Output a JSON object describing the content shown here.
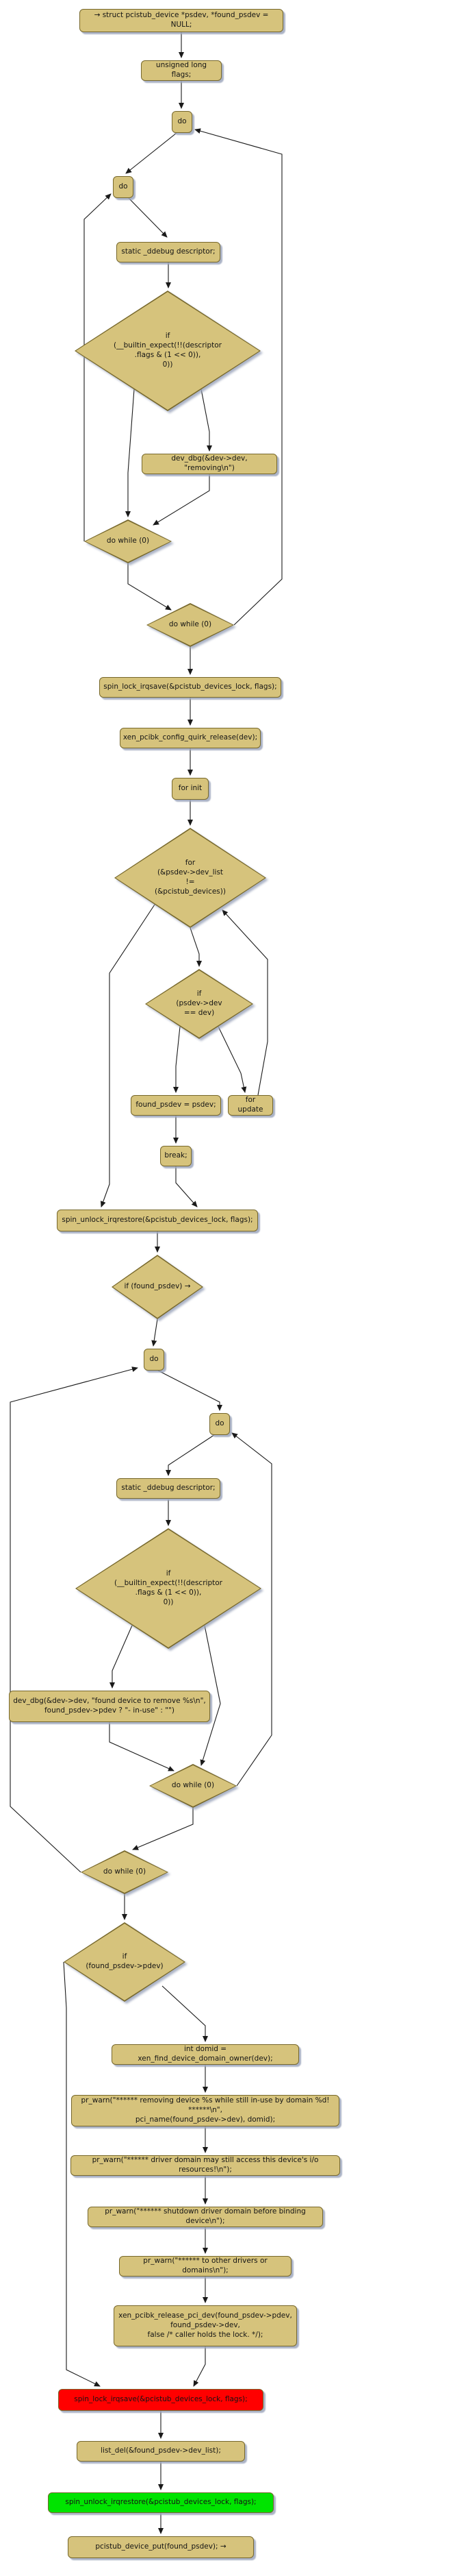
{
  "diagram": {
    "colors": {
      "node_fill": "#d6c37c",
      "node_border": "#77682c",
      "shadow": "#9ca6bc",
      "highlight_red": "#ff0000",
      "highlight_green": "#00e400",
      "edge": "#1a1a1a",
      "background": "#ffffff"
    },
    "nodes": [
      {
        "id": "declare-psdev",
        "shape": "box",
        "label": "→ struct pcistub_device *psdev, *found_psdev = NULL;"
      },
      {
        "id": "declare-flags",
        "shape": "box",
        "label": "unsigned long flags;"
      },
      {
        "id": "do-outer-1",
        "shape": "box",
        "label": "do"
      },
      {
        "id": "do-inner-1",
        "shape": "box",
        "label": "do"
      },
      {
        "id": "ddebug-descriptor-1",
        "shape": "box",
        "label": "static _ddebug descriptor;"
      },
      {
        "id": "if-builtin-expect-1",
        "shape": "diamond",
        "label": "if\n(__builtin_expect(!!(descriptor\n.flags & (1 << 0)),\n0))"
      },
      {
        "id": "devdbg-removing",
        "shape": "box",
        "label": "dev_dbg(&dev->dev, \"removing\\n\")"
      },
      {
        "id": "dowhile-inner-1",
        "shape": "diamond",
        "label": "do while (0)"
      },
      {
        "id": "dowhile-outer-1",
        "shape": "diamond",
        "label": "do while (0)"
      },
      {
        "id": "spin-lock-1",
        "shape": "box",
        "label": "spin_lock_irqsave(&pcistub_devices_lock, flags);"
      },
      {
        "id": "quirk-release",
        "shape": "box",
        "label": "xen_pcibk_config_quirk_release(dev);"
      },
      {
        "id": "for-init",
        "shape": "box",
        "label": "for init"
      },
      {
        "id": "for-cond",
        "shape": "diamond",
        "label": "for\n(&psdev->dev_list\n!=\n(&pcistub_devices))"
      },
      {
        "id": "if-psdev-dev",
        "shape": "diamond",
        "label": "if\n(psdev->dev\n== dev)"
      },
      {
        "id": "assign-found-psdev",
        "shape": "box",
        "label": "found_psdev = psdev;"
      },
      {
        "id": "for-update",
        "shape": "box",
        "label": "for update"
      },
      {
        "id": "break",
        "shape": "box",
        "label": "break;"
      },
      {
        "id": "spin-unlock-1",
        "shape": "box",
        "label": "spin_unlock_irqrestore(&pcistub_devices_lock, flags);"
      },
      {
        "id": "if-found-psdev",
        "shape": "diamond",
        "label": "if (found_psdev) →"
      },
      {
        "id": "do-outer-2",
        "shape": "box",
        "label": "do"
      },
      {
        "id": "do-inner-2",
        "shape": "box",
        "label": "do"
      },
      {
        "id": "ddebug-descriptor-2",
        "shape": "box",
        "label": "static _ddebug descriptor;"
      },
      {
        "id": "if-builtin-expect-2",
        "shape": "diamond",
        "label": "if\n(__builtin_expect(!!(descriptor\n.flags & (1 << 0)),\n0))"
      },
      {
        "id": "devdbg-found-device",
        "shape": "box",
        "label": "dev_dbg(&dev->dev, \"found device to remove %s\\n\",\nfound_psdev->pdev ? \"- in-use\" : \"\")"
      },
      {
        "id": "dowhile-inner-2",
        "shape": "diamond",
        "label": "do while (0)"
      },
      {
        "id": "dowhile-outer-2",
        "shape": "diamond",
        "label": "do while (0)"
      },
      {
        "id": "if-found-pdev",
        "shape": "diamond",
        "label": "if\n(found_psdev->pdev)"
      },
      {
        "id": "find-domain-owner",
        "shape": "box",
        "label": "int domid = xen_find_device_domain_owner(dev);"
      },
      {
        "id": "prwarn-removing",
        "shape": "box",
        "label": "pr_warn(\"****** removing device %s while still in-use by domain %d! ******\\n\",\npci_name(found_psdev->dev), domid);"
      },
      {
        "id": "prwarn-io-resources",
        "shape": "box",
        "label": "pr_warn(\"****** driver domain may still access this device's i/o resources!\\n\");"
      },
      {
        "id": "prwarn-shutdown",
        "shape": "box",
        "label": "pr_warn(\"****** shutdown driver domain before binding device\\n\");"
      },
      {
        "id": "prwarn-other-domains",
        "shape": "box",
        "label": "pr_warn(\"****** to other drivers or domains\\n\");"
      },
      {
        "id": "release-pci-dev",
        "shape": "box",
        "label": "xen_pcibk_release_pci_dev(found_psdev->pdev,\nfound_psdev->dev,\nfalse /* caller holds the lock. */);"
      },
      {
        "id": "spin-lock-2",
        "shape": "box",
        "label": "spin_lock_irqsave(&pcistub_devices_lock, flags);",
        "highlight": "red"
      },
      {
        "id": "list-del",
        "shape": "box",
        "label": "list_del(&found_psdev->dev_list);"
      },
      {
        "id": "spin-unlock-2",
        "shape": "box",
        "label": "spin_unlock_irqrestore(&pcistub_devices_lock, flags);",
        "highlight": "green"
      },
      {
        "id": "device-put",
        "shape": "box",
        "label": "pcistub_device_put(found_psdev); →"
      }
    ],
    "edges": [
      {
        "from": "declare-psdev",
        "to": "declare-flags"
      },
      {
        "from": "declare-flags",
        "to": "do-outer-1"
      },
      {
        "from": "do-outer-1",
        "to": "do-inner-1"
      },
      {
        "from": "do-inner-1",
        "to": "ddebug-descriptor-1"
      },
      {
        "from": "ddebug-descriptor-1",
        "to": "if-builtin-expect-1"
      },
      {
        "from": "if-builtin-expect-1",
        "to": "devdbg-removing"
      },
      {
        "from": "if-builtin-expect-1",
        "to": "dowhile-inner-1"
      },
      {
        "from": "devdbg-removing",
        "to": "dowhile-inner-1"
      },
      {
        "from": "dowhile-inner-1",
        "to": "do-inner-1"
      },
      {
        "from": "dowhile-inner-1",
        "to": "dowhile-outer-1"
      },
      {
        "from": "dowhile-outer-1",
        "to": "do-outer-1"
      },
      {
        "from": "dowhile-outer-1",
        "to": "spin-lock-1"
      },
      {
        "from": "spin-lock-1",
        "to": "quirk-release"
      },
      {
        "from": "quirk-release",
        "to": "for-init"
      },
      {
        "from": "for-init",
        "to": "for-cond"
      },
      {
        "from": "for-cond",
        "to": "if-psdev-dev"
      },
      {
        "from": "for-cond",
        "to": "spin-unlock-1"
      },
      {
        "from": "if-psdev-dev",
        "to": "assign-found-psdev"
      },
      {
        "from": "if-psdev-dev",
        "to": "for-update"
      },
      {
        "from": "for-update",
        "to": "for-cond"
      },
      {
        "from": "assign-found-psdev",
        "to": "break"
      },
      {
        "from": "break",
        "to": "spin-unlock-1"
      },
      {
        "from": "spin-unlock-1",
        "to": "if-found-psdev"
      },
      {
        "from": "if-found-psdev",
        "to": "do-outer-2"
      },
      {
        "from": "do-outer-2",
        "to": "do-inner-2"
      },
      {
        "from": "do-inner-2",
        "to": "ddebug-descriptor-2"
      },
      {
        "from": "ddebug-descriptor-2",
        "to": "if-builtin-expect-2"
      },
      {
        "from": "if-builtin-expect-2",
        "to": "devdbg-found-device"
      },
      {
        "from": "if-builtin-expect-2",
        "to": "dowhile-inner-2"
      },
      {
        "from": "devdbg-found-device",
        "to": "dowhile-inner-2"
      },
      {
        "from": "dowhile-inner-2",
        "to": "do-inner-2"
      },
      {
        "from": "dowhile-inner-2",
        "to": "dowhile-outer-2"
      },
      {
        "from": "dowhile-outer-2",
        "to": "do-outer-2"
      },
      {
        "from": "dowhile-outer-2",
        "to": "if-found-pdev"
      },
      {
        "from": "if-found-pdev",
        "to": "find-domain-owner"
      },
      {
        "from": "if-found-pdev",
        "to": "spin-lock-2"
      },
      {
        "from": "find-domain-owner",
        "to": "prwarn-removing"
      },
      {
        "from": "prwarn-removing",
        "to": "prwarn-io-resources"
      },
      {
        "from": "prwarn-io-resources",
        "to": "prwarn-shutdown"
      },
      {
        "from": "prwarn-shutdown",
        "to": "prwarn-other-domains"
      },
      {
        "from": "prwarn-other-domains",
        "to": "release-pci-dev"
      },
      {
        "from": "release-pci-dev",
        "to": "spin-lock-2"
      },
      {
        "from": "spin-lock-2",
        "to": "list-del"
      },
      {
        "from": "list-del",
        "to": "spin-unlock-2"
      },
      {
        "from": "spin-unlock-2",
        "to": "device-put"
      }
    ]
  }
}
